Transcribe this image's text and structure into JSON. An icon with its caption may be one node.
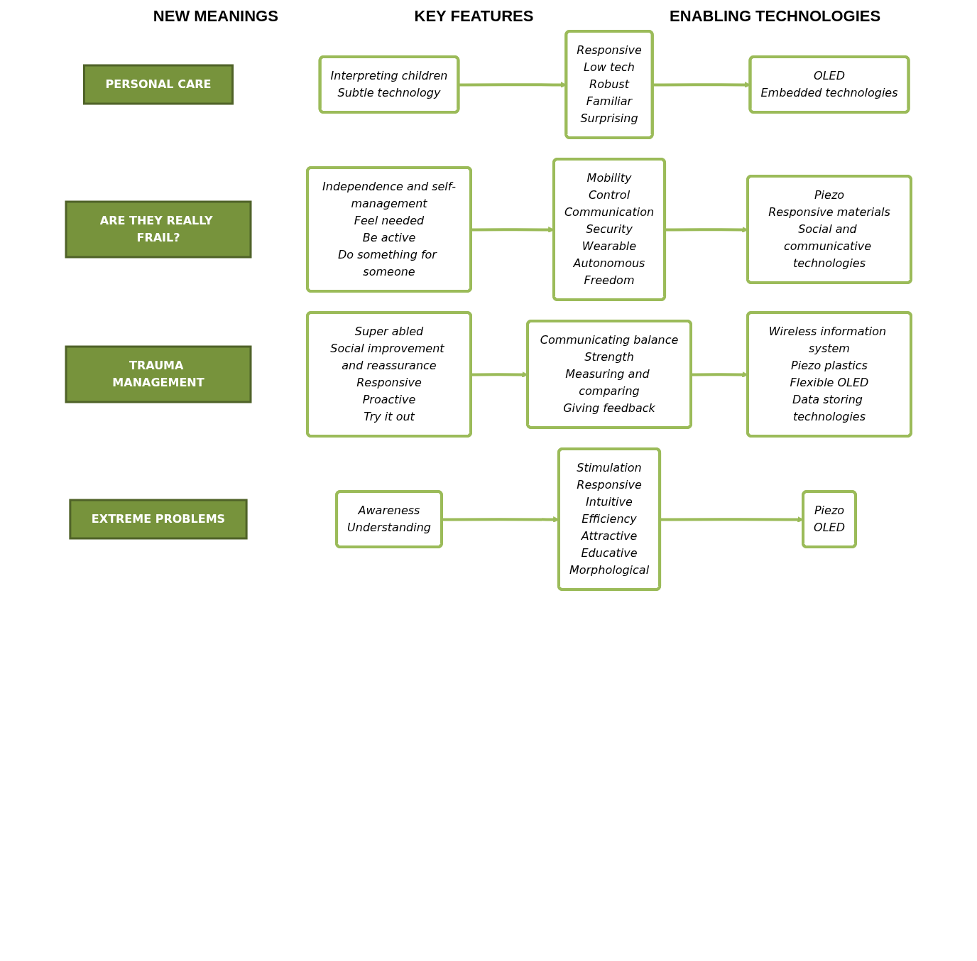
{
  "diagram": {
    "nodes": [
      {
        "text": [
          "PERSONAL CARE"
        ]
      },
      {
        "text": [
          "Interpreting children",
          "Subtle technology"
        ]
      },
      {
        "text": [
          "Responsive",
          "Low tech",
          "Robust",
          "Familiar",
          "Surprising"
        ]
      },
      {
        "text": [
          "OLED",
          "Embedded technologies"
        ]
      },
      {
        "text": [
          "ARE THEY REALLY FRAIL?"
        ]
      },
      {
        "text": [
          "Independence and self-management",
          "Feel needed",
          "Be active",
          "Do something for someone"
        ]
      },
      {
        "text": [
          "Mobility",
          "Control",
          "Communication",
          "Security",
          "Wearable",
          "Autonomous",
          "Freedom"
        ]
      },
      {
        "text": [
          "Piezo",
          "Responsive materials",
          "Social and communicative technologies"
        ]
      },
      {
        "text": [
          "TRAUMA MANAGEMENT"
        ]
      },
      {
        "text": [
          "Super abled",
          "Social improvement and reassurance",
          "Responsive",
          "Proactive",
          "Try it out"
        ]
      },
      {
        "text": [
          "Communicating balance",
          "Strength",
          "Measuring and comparing",
          "Giving feedback"
        ]
      },
      {
        "text": [
          "Wireless information system",
          "Piezo plastics",
          "Flexible OLED",
          "Data storing technologies"
        ]
      },
      {
        "text": [
          "EXTREME PROBLEMS"
        ]
      },
      {
        "text": [
          "Awareness",
          "Understanding"
        ]
      },
      {
        "text": [
          "Stimulation",
          "Responsive",
          "Intuitive",
          "Efficiency",
          "Attractive",
          "Educative",
          "Morphological"
        ]
      },
      {
        "text": [
          "Piezo",
          "OLED"
        ]
      }
    ],
    "edges": [
      {
        "from": 1,
        "to": 2,
        "arrow": "to"
      },
      {
        "from": 2,
        "to": 3,
        "arrow": "to"
      },
      {
        "from": 5,
        "to": 6,
        "arrow": "to"
      },
      {
        "from": 6,
        "to": 7,
        "arrow": "to"
      },
      {
        "from": 9,
        "to": 10,
        "arrow": "to"
      },
      {
        "from": 10,
        "to": 11,
        "arrow": "to"
      },
      {
        "from": 13,
        "to": 14,
        "arrow": "to"
      },
      {
        "from": 14,
        "to": 15,
        "arrow": "to"
      }
    ],
    "labels": [
      "NEW MEANINGS",
      "KEY FEATURES",
      "ENABLING TECHNOLOGIES"
    ]
  }
}
